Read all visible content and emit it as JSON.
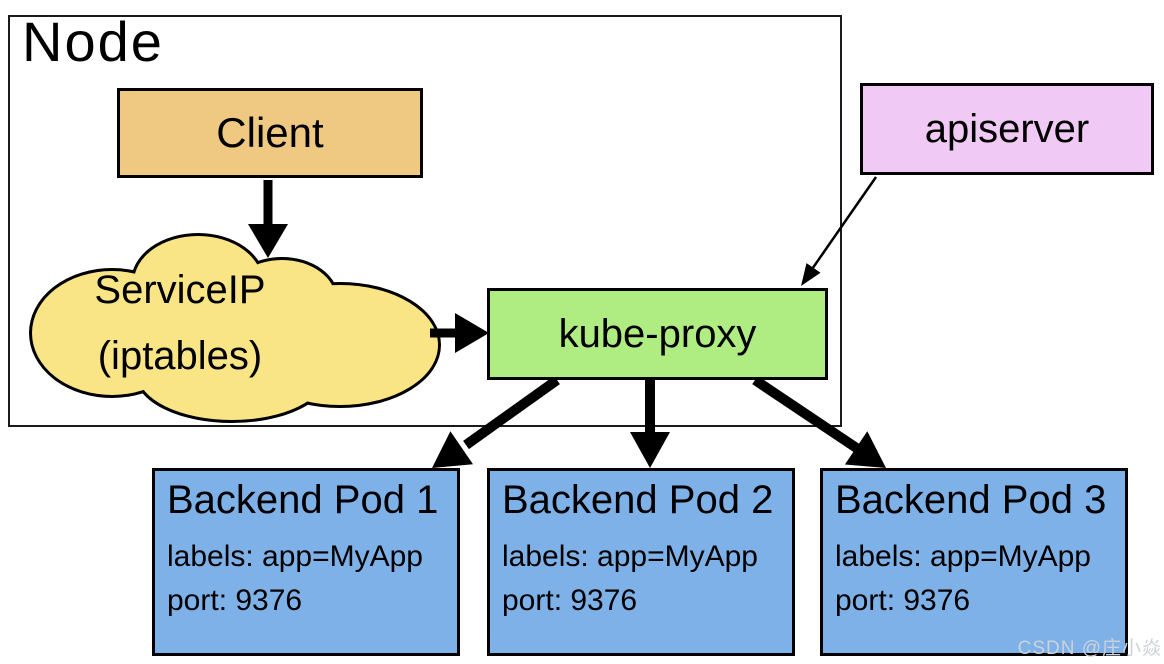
{
  "node": {
    "label": "Node"
  },
  "client": {
    "label": "Client"
  },
  "service_ip": {
    "line1": "ServiceIP",
    "line2": "(iptables)"
  },
  "kube_proxy": {
    "label": "kube-proxy"
  },
  "apiserver": {
    "label": "apiserver"
  },
  "backend_pods": [
    {
      "title": "Backend Pod 1",
      "labels_line": "labels: app=MyApp",
      "port_line": "port: 9376"
    },
    {
      "title": "Backend Pod 2",
      "labels_line": "labels: app=MyApp",
      "port_line": "port: 9376"
    },
    {
      "title": "Backend Pod 3",
      "labels_line": "labels: app=MyApp",
      "port_line": "port: 9376"
    }
  ],
  "watermark": {
    "text": "CSDN @庄小焱"
  },
  "colors": {
    "client_fill": "#EFC981",
    "cloud_fill": "#FAE586",
    "kube_proxy_fill": "#AFEC82",
    "apiserver_fill": "#F0C9F4",
    "pod_fill": "#7DB1E8",
    "outline": "#000000",
    "node_border": "#1a1a1a",
    "watermark_color": "#ccd2d8"
  }
}
